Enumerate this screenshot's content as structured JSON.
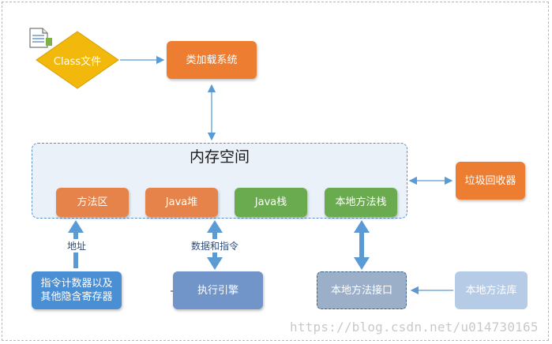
{
  "nodes": {
    "class_file": "Class文件",
    "class_loader": "类加载系统",
    "memory_space": "内存空间",
    "method_area": "方法区",
    "java_heap": "Java堆",
    "java_stack": "Java栈",
    "native_stack": "本地方法栈",
    "gc": "垃圾回收器",
    "pc_register": "指令计数器以及\n其他隐含寄存器",
    "exec_engine": "执行引擎",
    "native_interface": "本地方法接口",
    "native_library": "本地方法库"
  },
  "edge_labels": {
    "address": "地址",
    "data_and_instructions": "数据和指令"
  },
  "watermark": "https://blog.csdn.net/u014730165",
  "colors": {
    "orange": "#ed7d31",
    "green": "#6aab4f",
    "blue": "#4a8fd4",
    "arrow": "#5b9bd5",
    "memory_bg": "#eaf1f9"
  }
}
